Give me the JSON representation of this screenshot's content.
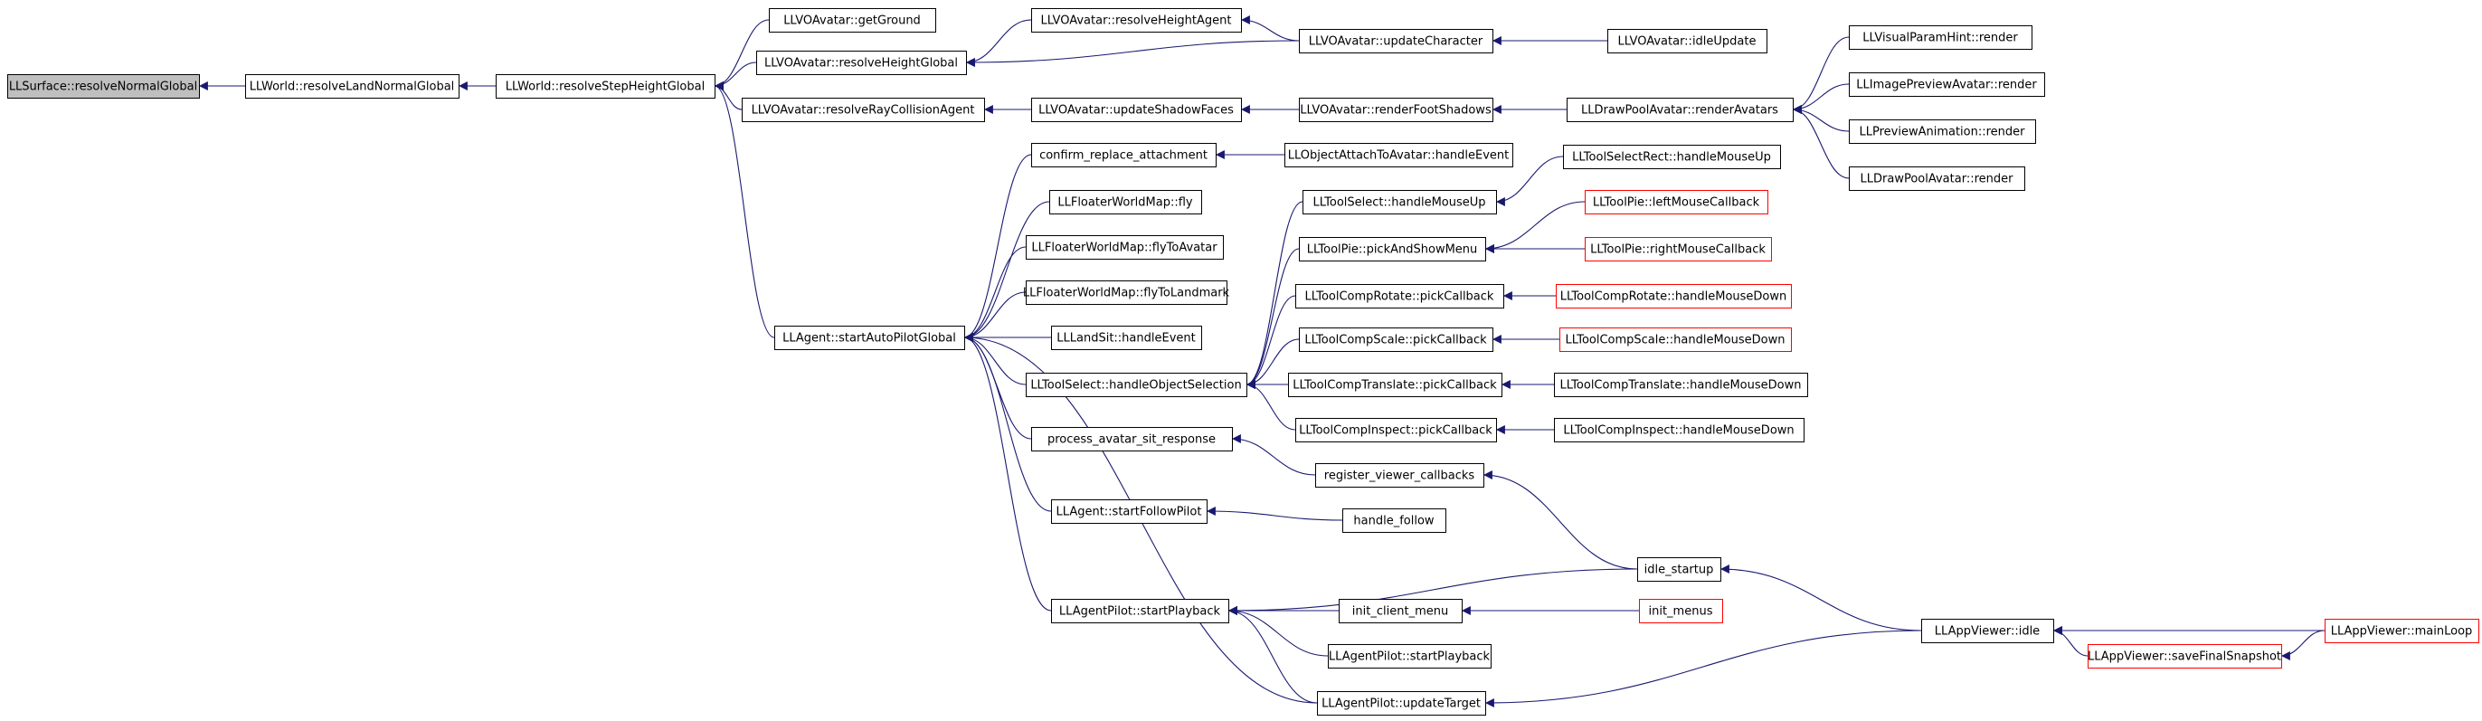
{
  "diagram": {
    "edge_color": "#191970",
    "node_border_color": "#000000",
    "truncated_node_border_color": "#ff0000",
    "root_fill_color": "#bfbfbf",
    "nodes": [
      {
        "id": "root",
        "label": "LLSurface::resolveNormalGlobal",
        "style": "root"
      },
      {
        "id": "rlng",
        "label": "LLWorld::resolveLandNormalGlobal",
        "style": "normal"
      },
      {
        "id": "rshg",
        "label": "LLWorld::resolveStepHeightGlobal",
        "style": "normal"
      },
      {
        "id": "getground",
        "label": "LLVOAvatar::getGround",
        "style": "normal"
      },
      {
        "id": "rhg",
        "label": "LLVOAvatar::resolveHeightGlobal",
        "style": "normal"
      },
      {
        "id": "rhagent",
        "label": "LLVOAvatar::resolveHeightAgent",
        "style": "normal"
      },
      {
        "id": "updchar",
        "label": "LLVOAvatar::updateCharacter",
        "style": "normal"
      },
      {
        "id": "idleupd",
        "label": "LLVOAvatar::idleUpdate",
        "style": "normal"
      },
      {
        "id": "rrca",
        "label": "LLVOAvatar::resolveRayCollisionAgent",
        "style": "normal"
      },
      {
        "id": "usf",
        "label": "LLVOAvatar::updateShadowFaces",
        "style": "normal"
      },
      {
        "id": "rfs",
        "label": "LLVOAvatar::renderFootShadows",
        "style": "normal"
      },
      {
        "id": "dpara",
        "label": "LLDrawPoolAvatar::renderAvatars",
        "style": "normal"
      },
      {
        "id": "vph",
        "label": "LLVisualParamHint::render",
        "style": "normal"
      },
      {
        "id": "ipa",
        "label": "LLImagePreviewAvatar::render",
        "style": "normal"
      },
      {
        "id": "pan",
        "label": "LLPreviewAnimation::render",
        "style": "normal"
      },
      {
        "id": "dpar",
        "label": "LLDrawPoolAvatar::render",
        "style": "normal"
      },
      {
        "id": "sapg",
        "label": "LLAgent::startAutoPilotGlobal",
        "style": "normal"
      },
      {
        "id": "cra",
        "label": "confirm_replace_attachment",
        "style": "normal"
      },
      {
        "id": "oatahe",
        "label": "LLObjectAttachToAvatar::handleEvent",
        "style": "normal"
      },
      {
        "id": "fwfly",
        "label": "LLFloaterWorldMap::fly",
        "style": "normal"
      },
      {
        "id": "fwfta",
        "label": "LLFloaterWorldMap::flyToAvatar",
        "style": "normal"
      },
      {
        "id": "fwftl",
        "label": "LLFloaterWorldMap::flyToLandmark",
        "style": "normal"
      },
      {
        "id": "lsit",
        "label": "LLLandSit::handleEvent",
        "style": "normal"
      },
      {
        "id": "tsho",
        "label": "LLToolSelect::handleObjectSelection",
        "style": "normal"
      },
      {
        "id": "pasr",
        "label": "process_avatar_sit_response",
        "style": "normal"
      },
      {
        "id": "sfp",
        "label": "LLAgent::startFollowPilot",
        "style": "normal"
      },
      {
        "id": "apsp",
        "label": "LLAgentPilot::startPlayback",
        "style": "normal"
      },
      {
        "id": "tshmu",
        "label": "LLToolSelect::handleMouseUp",
        "style": "normal"
      },
      {
        "id": "tsrhmu",
        "label": "LLToolSelectRect::handleMouseUp",
        "style": "normal"
      },
      {
        "id": "tppasm",
        "label": "LLToolPie::pickAndShowMenu",
        "style": "normal"
      },
      {
        "id": "tplmc",
        "label": "LLToolPie::leftMouseCallback",
        "style": "red"
      },
      {
        "id": "tprmc",
        "label": "LLToolPie::rightMouseCallback",
        "style": "red"
      },
      {
        "id": "tcrpc",
        "label": "LLToolCompRotate::pickCallback",
        "style": "normal"
      },
      {
        "id": "tcrhmd",
        "label": "LLToolCompRotate::handleMouseDown",
        "style": "red"
      },
      {
        "id": "tcspc",
        "label": "LLToolCompScale::pickCallback",
        "style": "normal"
      },
      {
        "id": "tcshmd",
        "label": "LLToolCompScale::handleMouseDown",
        "style": "red"
      },
      {
        "id": "tctpc",
        "label": "LLToolCompTranslate::pickCallback",
        "style": "normal"
      },
      {
        "id": "tcthmd",
        "label": "LLToolCompTranslate::handleMouseDown",
        "style": "normal"
      },
      {
        "id": "tcipc",
        "label": "LLToolCompInspect::pickCallback",
        "style": "normal"
      },
      {
        "id": "tcihmd",
        "label": "LLToolCompInspect::handleMouseDown",
        "style": "normal"
      },
      {
        "id": "rvc",
        "label": "register_viewer_callbacks",
        "style": "normal"
      },
      {
        "id": "hfollow",
        "label": "handle_follow",
        "style": "normal"
      },
      {
        "id": "istartup",
        "label": "idle_startup",
        "style": "normal"
      },
      {
        "id": "icm",
        "label": "init_client_menu",
        "style": "normal"
      },
      {
        "id": "imenus",
        "label": "init_menus",
        "style": "red"
      },
      {
        "id": "apsp2",
        "label": "LLAgentPilot::startPlayback",
        "style": "normal"
      },
      {
        "id": "aput",
        "label": "LLAgentPilot::updateTarget",
        "style": "normal"
      },
      {
        "id": "avidle",
        "label": "LLAppViewer::idle",
        "style": "normal"
      },
      {
        "id": "avsfs",
        "label": "LLAppViewer::saveFinalSnapshot",
        "style": "red"
      },
      {
        "id": "avml",
        "label": "LLAppViewer::mainLoop",
        "style": "red"
      }
    ],
    "edges": [
      {
        "from": "rlng",
        "to": "root"
      },
      {
        "from": "rshg",
        "to": "rlng"
      },
      {
        "from": "getground",
        "to": "rshg"
      },
      {
        "from": "rhg",
        "to": "rshg"
      },
      {
        "from": "rrca",
        "to": "rshg"
      },
      {
        "from": "sapg",
        "to": "rshg"
      },
      {
        "from": "rhagent",
        "to": "rhg"
      },
      {
        "from": "updchar",
        "to": "rhg"
      },
      {
        "from": "updchar",
        "to": "rhagent"
      },
      {
        "from": "idleupd",
        "to": "updchar"
      },
      {
        "from": "usf",
        "to": "rrca"
      },
      {
        "from": "rfs",
        "to": "usf"
      },
      {
        "from": "dpara",
        "to": "rfs"
      },
      {
        "from": "vph",
        "to": "dpara"
      },
      {
        "from": "ipa",
        "to": "dpara"
      },
      {
        "from": "pan",
        "to": "dpara"
      },
      {
        "from": "dpar",
        "to": "dpara"
      },
      {
        "from": "cra",
        "to": "sapg"
      },
      {
        "from": "fwfly",
        "to": "sapg"
      },
      {
        "from": "fwfta",
        "to": "sapg"
      },
      {
        "from": "fwftl",
        "to": "sapg"
      },
      {
        "from": "lsit",
        "to": "sapg"
      },
      {
        "from": "tsho",
        "to": "sapg"
      },
      {
        "from": "pasr",
        "to": "sapg"
      },
      {
        "from": "sfp",
        "to": "sapg"
      },
      {
        "from": "apsp",
        "to": "sapg"
      },
      {
        "from": "aput",
        "to": "sapg"
      },
      {
        "from": "oatahe",
        "to": "cra"
      },
      {
        "from": "tshmu",
        "to": "tsho"
      },
      {
        "from": "tppasm",
        "to": "tsho"
      },
      {
        "from": "tcrpc",
        "to": "tsho"
      },
      {
        "from": "tcspc",
        "to": "tsho"
      },
      {
        "from": "tctpc",
        "to": "tsho"
      },
      {
        "from": "tcipc",
        "to": "tsho"
      },
      {
        "from": "tsrhmu",
        "to": "tshmu"
      },
      {
        "from": "tplmc",
        "to": "tppasm"
      },
      {
        "from": "tprmc",
        "to": "tppasm"
      },
      {
        "from": "tcrhmd",
        "to": "tcrpc"
      },
      {
        "from": "tcshmd",
        "to": "tcspc"
      },
      {
        "from": "tcthmd",
        "to": "tctpc"
      },
      {
        "from": "tcihmd",
        "to": "tcipc"
      },
      {
        "from": "rvc",
        "to": "pasr"
      },
      {
        "from": "istartup",
        "to": "rvc"
      },
      {
        "from": "hfollow",
        "to": "sfp"
      },
      {
        "from": "istartup",
        "to": "apsp"
      },
      {
        "from": "icm",
        "to": "apsp"
      },
      {
        "from": "apsp2",
        "to": "apsp"
      },
      {
        "from": "aput",
        "to": "apsp"
      },
      {
        "from": "imenus",
        "to": "icm"
      },
      {
        "from": "avidle",
        "to": "istartup"
      },
      {
        "from": "avidle",
        "to": "aput"
      },
      {
        "from": "avml",
        "to": "avidle"
      },
      {
        "from": "avsfs",
        "to": "avidle"
      },
      {
        "from": "avml",
        "to": "avsfs"
      }
    ]
  }
}
